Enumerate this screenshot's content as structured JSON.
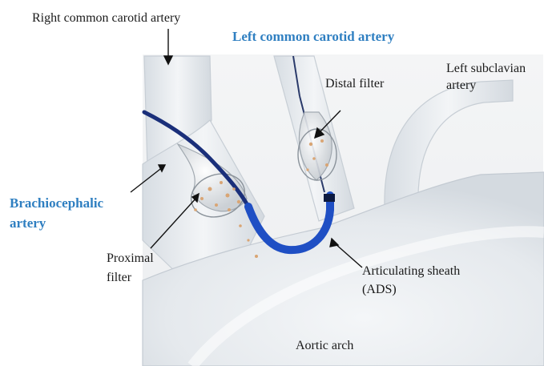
{
  "labels": {
    "right_common_carotid": "Right common carotid artery",
    "left_common_carotid": "Left common carotid artery",
    "left_subclavian_line1": "Left subclavian",
    "left_subclavian_line2": "artery",
    "distal_filter": "Distal filter",
    "brachiocephalic_line1": "Brachiocephalic",
    "brachiocephalic_line2": "artery",
    "proximal_filter_line1": "Proximal",
    "proximal_filter_line2": "filter",
    "ads_line1": "Articulating sheath",
    "ads_line2": "(ADS)",
    "aortic_arch": "Aortic arch"
  },
  "colors": {
    "highlight_label": "#2f7fc1",
    "catheter": "#1f4fc4",
    "catheter_dark": "#1a2f7a",
    "vessel": "#e6eaee",
    "vessel_edge": "#c3cad2",
    "debris": "#d9a574"
  }
}
